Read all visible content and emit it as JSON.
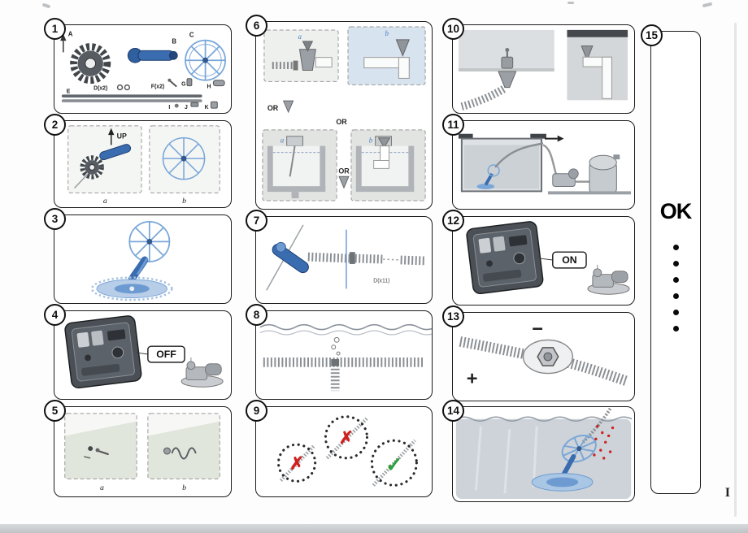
{
  "page": {
    "page_number": "I",
    "colors": {
      "accent_blue": "#3a6cb0",
      "light_blue": "#7aa7d8",
      "error_red": "#cf2020",
      "ok_green": "#2e9e3e"
    }
  },
  "panels": {
    "p1": {
      "num": "1",
      "labels": {
        "a": "A",
        "b": "B",
        "c": "C",
        "d": "D(x2)",
        "e": "E",
        "f": "F(x2)",
        "g": "G",
        "h": "H",
        "i": "I",
        "j": "J",
        "k": "K"
      }
    },
    "p2": {
      "num": "2",
      "up_label": "UP",
      "sub_a": "a",
      "sub_b": "b"
    },
    "p3": {
      "num": "3"
    },
    "p4": {
      "num": "4",
      "switch_label": "OFF"
    },
    "p5": {
      "num": "5",
      "sub_a": "a",
      "sub_b": "b"
    },
    "p6": {
      "num": "6",
      "sub_a1": "a",
      "sub_b1": "b",
      "sub_a2": "a",
      "sub_b2": "b",
      "or1": "OR",
      "or2": "OR",
      "or3": "OR"
    },
    "p7": {
      "num": "7",
      "dim_label": "D(x11)"
    },
    "p8": {
      "num": "8"
    },
    "p9": {
      "num": "9",
      "cross_mark": "✗",
      "check_mark": "✓"
    },
    "p10": {
      "num": "10"
    },
    "p11": {
      "num": "11"
    },
    "p12": {
      "num": "12",
      "switch_label": "ON"
    },
    "p13": {
      "num": "13",
      "plus_label": "+",
      "minus_label": "−"
    },
    "p14": {
      "num": "14"
    },
    "p15": {
      "num": "15",
      "ok_label": "OK"
    }
  }
}
